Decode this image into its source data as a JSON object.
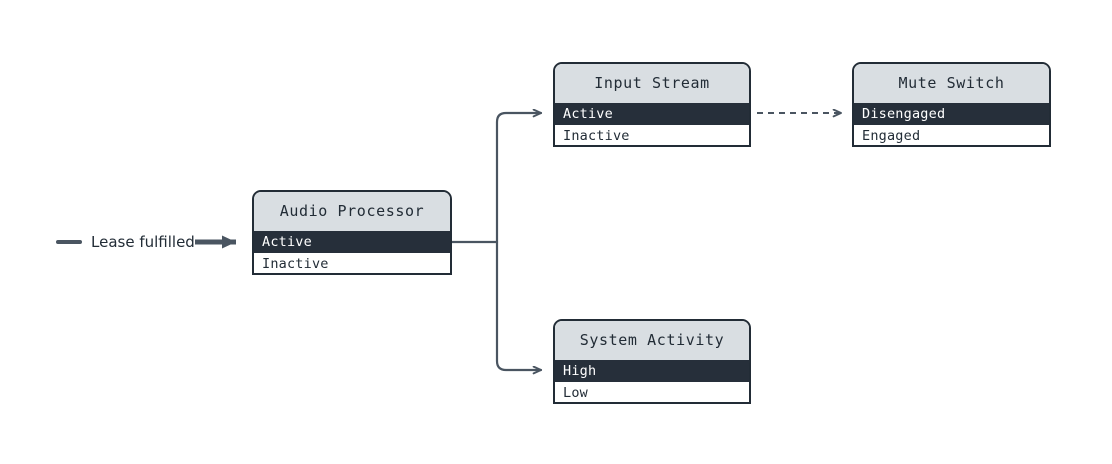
{
  "diagram": {
    "type": "state-machine-flow",
    "background": "#ffffff",
    "colors": {
      "node_border": "#222c36",
      "header_bg": "#d9dee2",
      "active_row_bg": "#262f3a",
      "active_row_text": "#ffffff",
      "inactive_row_bg": "#ffffff",
      "inactive_row_text": "#222c36",
      "connector": "#4a5561"
    },
    "legend": {
      "label": "Lease fulfilled",
      "swatch": "legend-dash-swatch",
      "arrow": "solid-filled-arrow"
    },
    "nodes": [
      {
        "id": "audio-processor",
        "title": "Audio Processor",
        "rows": [
          {
            "label": "Active",
            "state": "active"
          },
          {
            "label": "Inactive",
            "state": "inactive"
          }
        ]
      },
      {
        "id": "input-stream",
        "title": "Input Stream",
        "rows": [
          {
            "label": "Active",
            "state": "active"
          },
          {
            "label": "Inactive",
            "state": "inactive"
          }
        ]
      },
      {
        "id": "mute-switch",
        "title": "Mute Switch",
        "rows": [
          {
            "label": "Disengaged",
            "state": "active"
          },
          {
            "label": "Engaged",
            "state": "inactive"
          }
        ]
      },
      {
        "id": "system-activity",
        "title": "System Activity",
        "rows": [
          {
            "label": "High",
            "state": "active"
          },
          {
            "label": "Low",
            "state": "inactive"
          }
        ]
      }
    ],
    "edges": [
      {
        "from": "legend",
        "to": "audio-processor",
        "style": "solid-thick"
      },
      {
        "from": "audio-processor",
        "to": "input-stream",
        "style": "solid-branch"
      },
      {
        "from": "audio-processor",
        "to": "system-activity",
        "style": "solid-branch"
      },
      {
        "from": "input-stream",
        "to": "mute-switch",
        "style": "dashed"
      }
    ]
  }
}
